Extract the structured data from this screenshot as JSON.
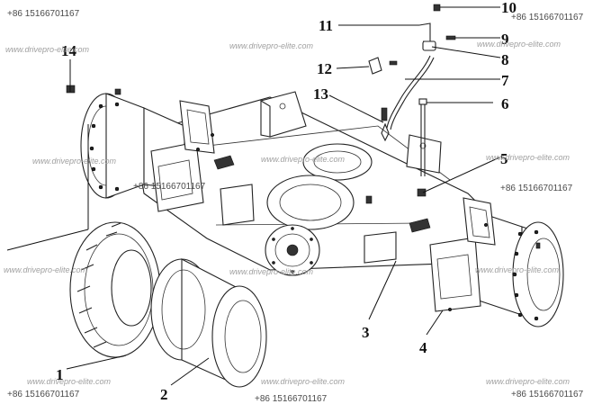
{
  "watermarks": {
    "site": "www.drivepro-elite.com",
    "phone": "+86 15166701167"
  },
  "callouts": [
    "1",
    "2",
    "3",
    "4",
    "5",
    "6",
    "7",
    "8",
    "9",
    "10",
    "11",
    "12",
    "13",
    "14"
  ]
}
